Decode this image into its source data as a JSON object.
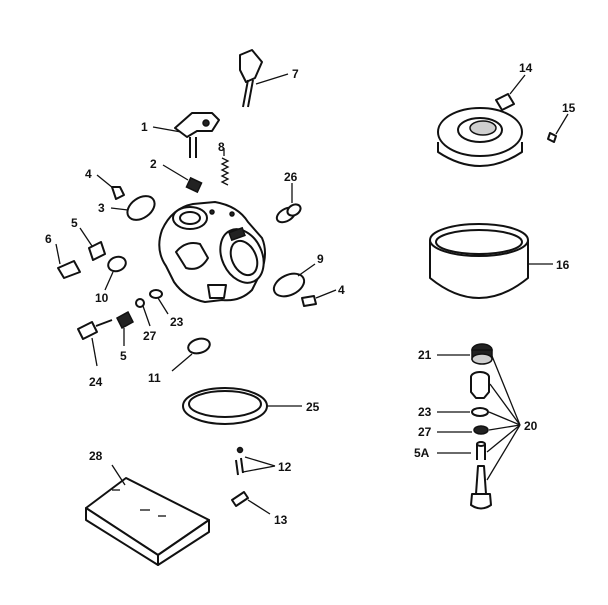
{
  "labels": {
    "p1": "1",
    "p2": "2",
    "p3": "3",
    "p4a": "4",
    "p4b": "4",
    "p5a": "5",
    "p5b": "5",
    "p5A": "5A",
    "p6": "6",
    "p7": "7",
    "p8": "8",
    "p9": "9",
    "p10": "10",
    "p11": "11",
    "p12": "12",
    "p13": "13",
    "p14": "14",
    "p15": "15",
    "p16": "16",
    "p20": "20",
    "p21": "21",
    "p23a": "23",
    "p23b": "23",
    "p24": "24",
    "p25": "25",
    "p26": "26",
    "p27a": "27",
    "p27b": "27",
    "p28": "28"
  },
  "icons": {
    "carburetor": "carburetor-body-icon",
    "gasket_ring": "gasket-ring-icon",
    "filter_housing": "air-filter-housing-icon",
    "filter_element": "filter-element-icon",
    "kit_package": "repair-kit-package-icon"
  }
}
